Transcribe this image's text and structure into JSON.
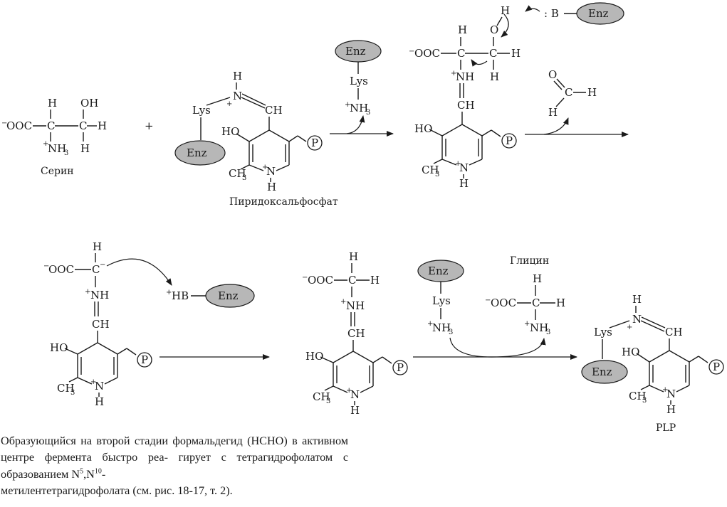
{
  "labels": {
    "serine": "Серин",
    "plp_name": "Пиридоксальфосфат",
    "glycine": "Глицин",
    "plp": "PLP"
  },
  "atoms": {
    "enz": "Enz",
    "lys": "Lys",
    "nh3": "NH",
    "three": "3",
    "plus": "+",
    "minus": "−",
    "ooc": "OOC",
    "c": "C",
    "h": "H",
    "oh": "OH",
    "ho": "HO",
    "o": "O",
    "n": "N",
    "nh": "NH",
    "ch": "CH",
    "ch3": "CH",
    "p": "P",
    "b": ": B",
    "hb": "HB",
    "plus_sign": "+"
  },
  "caption": {
    "line1": "Образующийся на второй стадии формальдегид",
    "line2": "(НСНО) в активном центре фермента быстро реа-",
    "line3a": "гирует с тетрагидрофолатом с образованием N",
    "sup5": "5",
    "comma": ",N",
    "sup10": "10",
    "dash": "-",
    "line4": "метилентетрагидрофолата (см. рис. 18-17, т. 2)."
  }
}
